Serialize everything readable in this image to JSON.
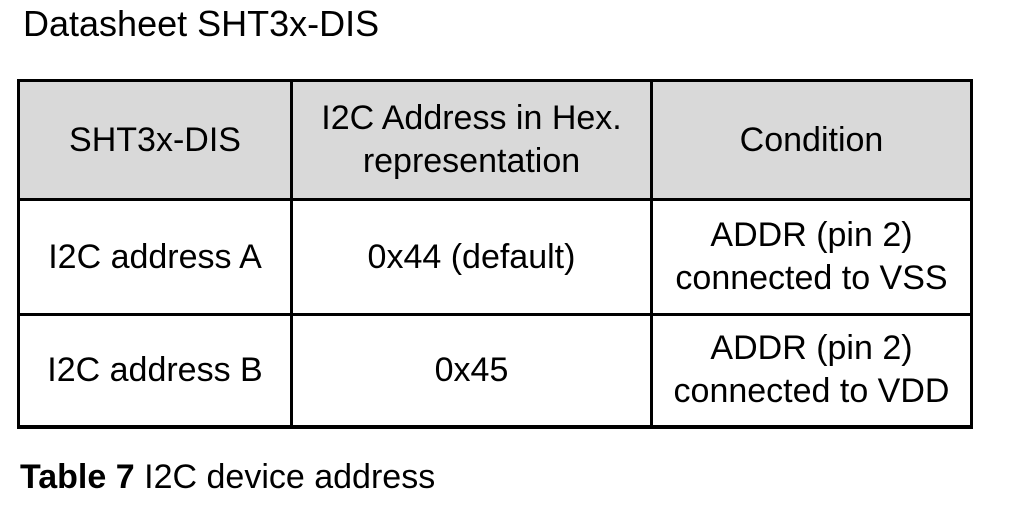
{
  "document": {
    "title": "Datasheet SHT3x-DIS"
  },
  "table": {
    "header_bg": "#d9d9d9",
    "border_color": "#000000",
    "headers": [
      "SHT3x-DIS",
      "I2C Address in Hex.\nrepresentation",
      "Condition"
    ],
    "rows": [
      {
        "name": "I2C address A",
        "address": "0x44 (default)",
        "condition": "ADDR (pin 2)\nconnected to VSS"
      },
      {
        "name": "I2C address B",
        "address": "0x45",
        "condition": "ADDR (pin 2)\nconnected to VDD"
      }
    ]
  },
  "caption": {
    "label": "Table 7",
    "text": "I2C device address"
  }
}
